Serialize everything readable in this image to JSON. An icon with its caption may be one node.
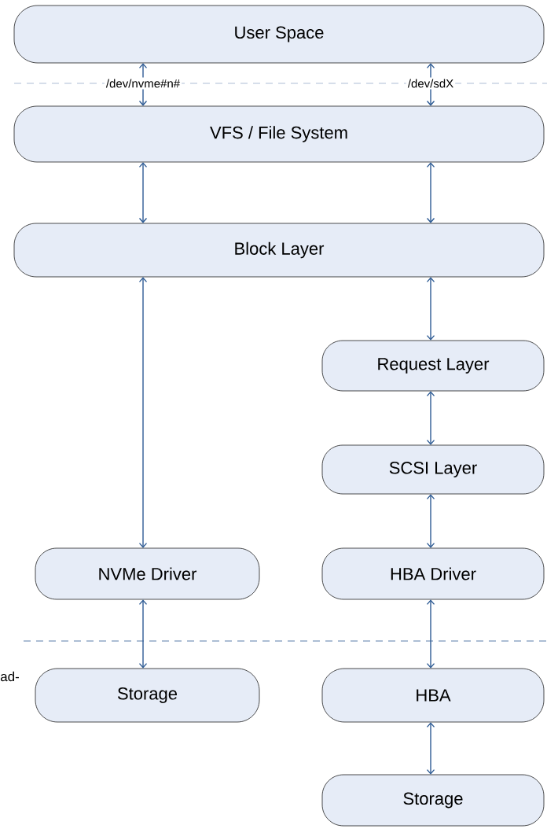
{
  "diagram": {
    "nodes": [
      {
        "text": [
          "User Space"
        ]
      },
      {
        "text": [
          "VFS / File System"
        ]
      },
      {
        "text": [
          "Block Layer"
        ]
      },
      {
        "text": [
          "Request Layer"
        ]
      },
      {
        "text": [
          "SCSI Layer"
        ]
      },
      {
        "text": [
          "NVMe Driver"
        ]
      },
      {
        "text": [
          "HBA Driver"
        ]
      },
      {
        "text": [
          "Storage"
        ]
      },
      {
        "text": [
          "HBA"
        ]
      },
      {
        "text": [
          "Storage"
        ]
      }
    ],
    "edges": [
      {
        "from": 0,
        "to": 1,
        "arrow": "both",
        "label": "/dev/nvme#n#"
      },
      {
        "from": 0,
        "to": 1,
        "arrow": "both",
        "label": "/dev/sdX"
      },
      {
        "from": 1,
        "to": 2,
        "arrow": "both"
      },
      {
        "from": 1,
        "to": 2,
        "arrow": "both"
      },
      {
        "from": 2,
        "to": 5,
        "arrow": "both"
      },
      {
        "from": 2,
        "to": 3,
        "arrow": "both"
      },
      {
        "from": 3,
        "to": 4,
        "arrow": "both"
      },
      {
        "from": 4,
        "to": 6,
        "arrow": "both"
      },
      {
        "from": 5,
        "to": 7,
        "arrow": "both"
      },
      {
        "from": 6,
        "to": 8,
        "arrow": "both"
      },
      {
        "from": 8,
        "to": 9,
        "arrow": "both"
      }
    ],
    "labels": [
      "ad-"
    ]
  }
}
